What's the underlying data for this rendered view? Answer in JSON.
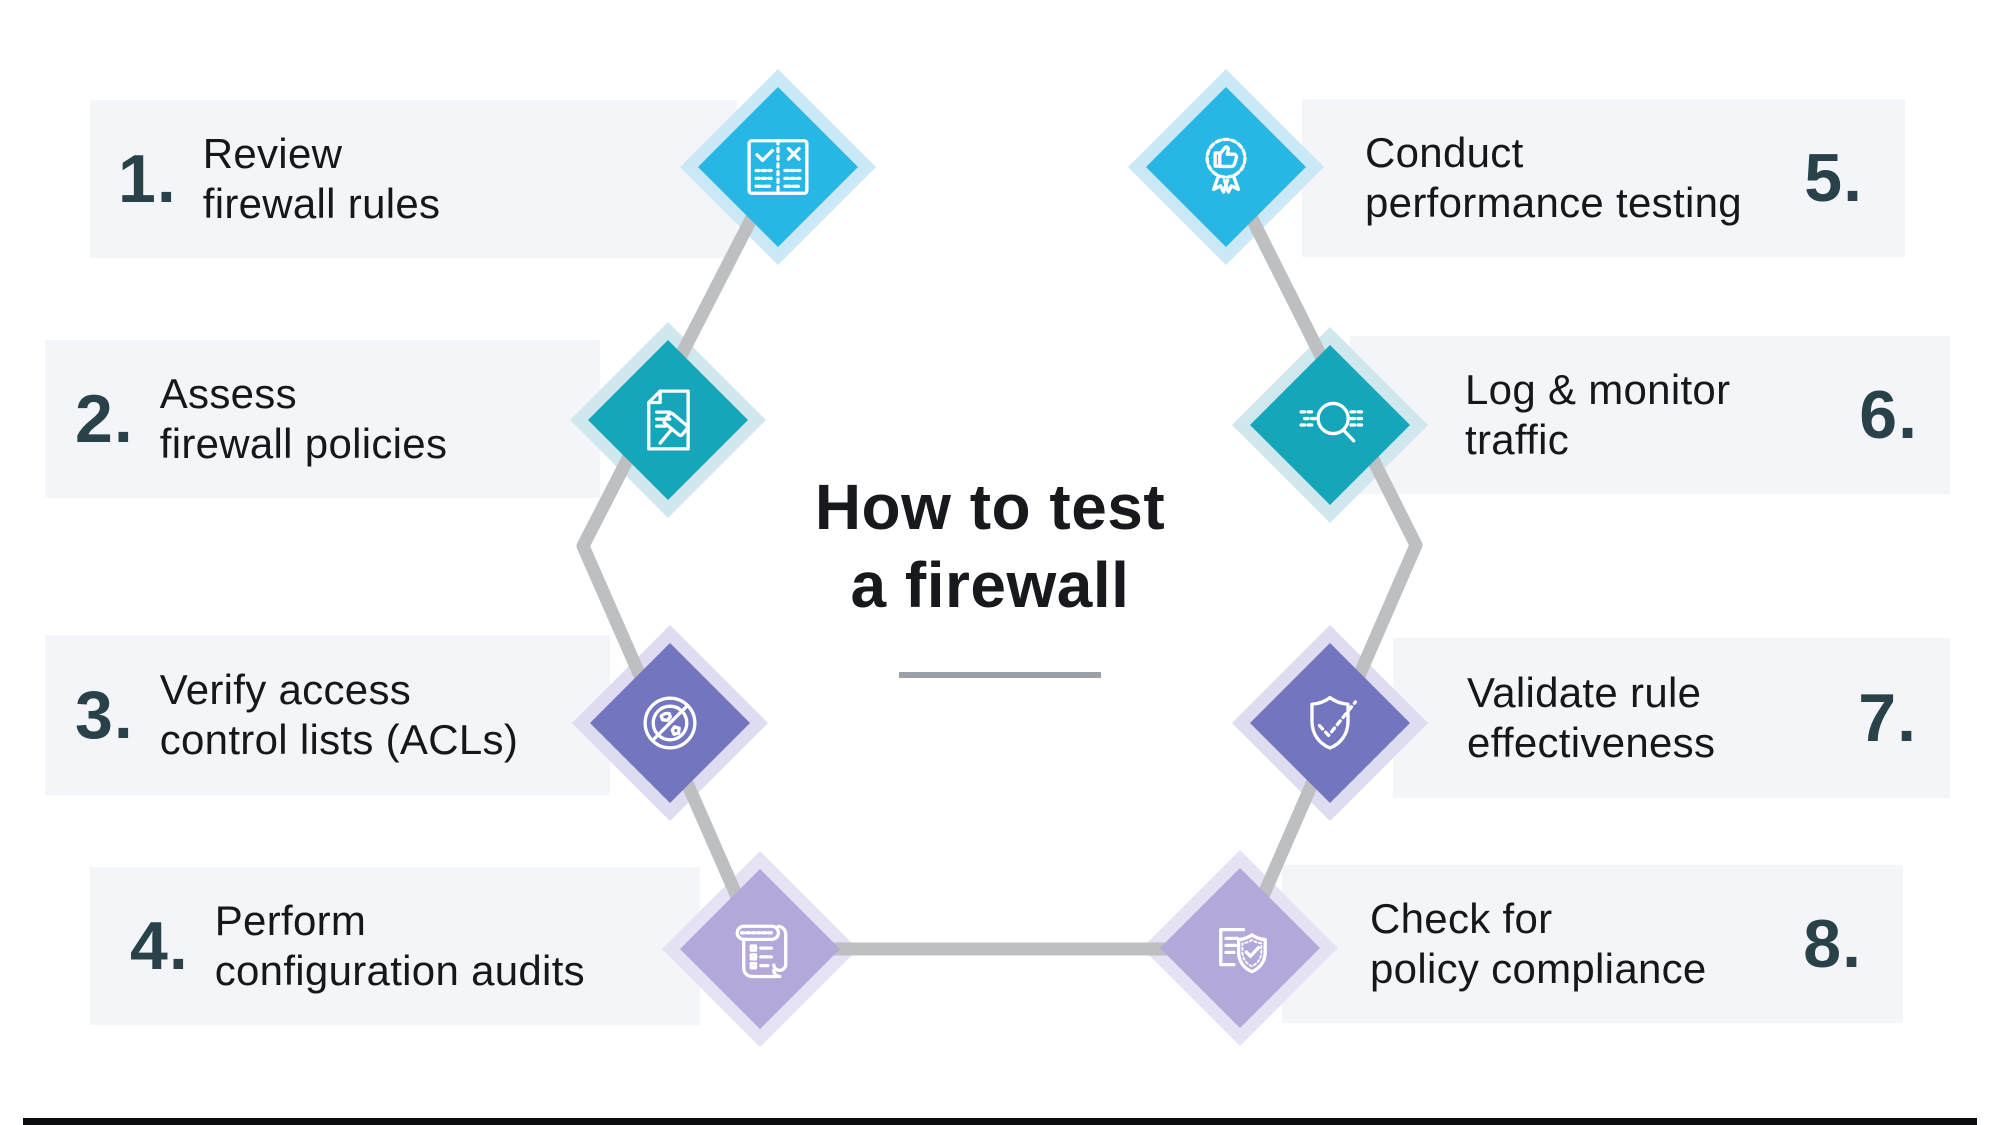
{
  "title": {
    "line1": "How to test",
    "line2": "a firewall"
  },
  "steps": [
    {
      "num": "1.",
      "line1": "Review",
      "line2": "firewall rules",
      "icon": "checklist-icon",
      "accent": "#28b6e4",
      "backdrop": "#cbe8f6"
    },
    {
      "num": "2.",
      "line1": "Assess",
      "line2": "firewall policies",
      "icon": "document-gavel-icon",
      "accent": "#16a6bc",
      "backdrop": "#d0e7ee"
    },
    {
      "num": "3.",
      "line1": "Verify access",
      "line2": "control lists (ACLs)",
      "icon": "blocked-globe-icon",
      "accent": "#7375be",
      "backdrop": "#dddcf0"
    },
    {
      "num": "4.",
      "line1": "Perform",
      "line2": "configuration audits",
      "icon": "scroll-icon",
      "accent": "#b2a8da",
      "backdrop": "#e5e2f3"
    },
    {
      "num": "5.",
      "line1": "Conduct",
      "line2": "performance testing",
      "icon": "award-thumbs-up-icon",
      "accent": "#28b6e4",
      "backdrop": "#cbe8f6"
    },
    {
      "num": "6.",
      "line1": "Log & monitor",
      "line2": "traffic",
      "icon": "magnifier-traffic-icon",
      "accent": "#16a6bc",
      "backdrop": "#d0e7ee"
    },
    {
      "num": "7.",
      "line1": "Validate rule",
      "line2": "effectiveness",
      "icon": "shield-check-icon",
      "accent": "#7375be",
      "backdrop": "#dddcf0"
    },
    {
      "num": "8.",
      "line1": "Check for",
      "line2": "policy compliance",
      "icon": "document-shield-icon",
      "accent": "#b2a8da",
      "backdrop": "#e5e2f3"
    }
  ],
  "colors": {
    "background": "#ffffff",
    "row_bar": "#f3f5f8",
    "number": "#294149",
    "body_text": "#15181b",
    "title_text": "#17191c",
    "connector": "#bdbfc1",
    "divider": "#99a0a6",
    "footer_bar": "#0c0d0e"
  }
}
